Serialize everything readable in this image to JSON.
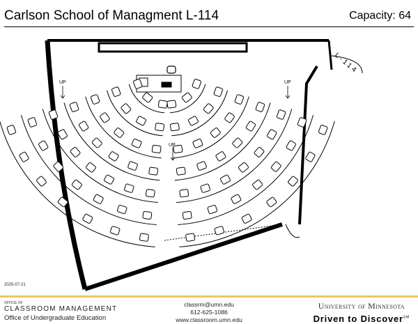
{
  "header": {
    "title": "Carlson School of Managment L-114",
    "capacity": "Capacity: 64"
  },
  "plan": {
    "room_label": "L-114",
    "aisle_labels": [
      "UP",
      "UP",
      "UP"
    ]
  },
  "date": "2025-07-21",
  "footer": {
    "office_small": "OFFICE OF",
    "office_main": "CLASSROOM MANAGEMENT",
    "office_sub": "Office of Undergraduate Education",
    "email": "classrm@umn.edu",
    "phone": "612-625-1086",
    "website": "www.classroom.umn.edu",
    "university": "University of Minnesota",
    "tagline": "Driven to Discover",
    "tagline_mark": "SM"
  },
  "colors": {
    "gold": "#f2c45b"
  }
}
